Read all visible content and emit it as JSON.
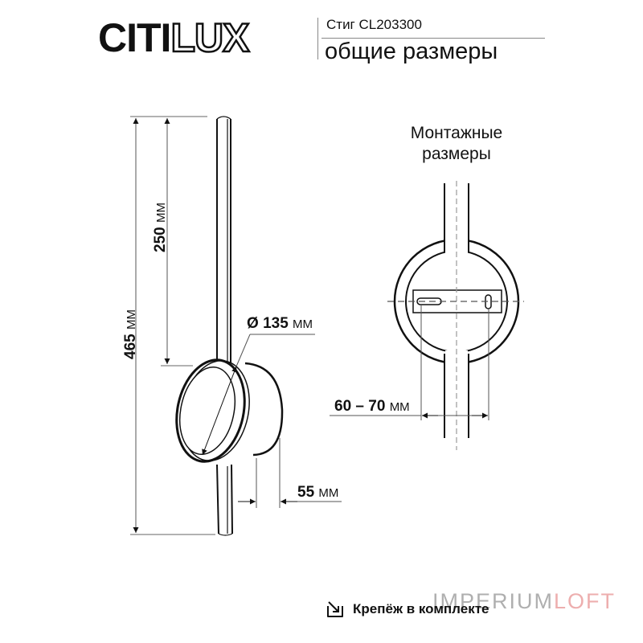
{
  "header": {
    "brand_solid": "CITI",
    "brand_outline": "LUX",
    "model": "Стиг CL203300",
    "subtitle": "общие размеры"
  },
  "main_view": {
    "total_height": {
      "value": "465",
      "unit": "ММ"
    },
    "arm_length": {
      "value": "250",
      "unit": "ММ"
    },
    "diameter": {
      "symbol": "Ø",
      "value": "135",
      "unit": "ММ"
    },
    "depth": {
      "value": "55",
      "unit": "ММ"
    }
  },
  "mount_view": {
    "title_line1": "Монтажные",
    "title_line2": "размеры",
    "hole_spacing": {
      "value": "60 – 70",
      "unit": "ММ"
    }
  },
  "footer": {
    "icon": "arrow-down-right-icon",
    "text": "Крепёж в комплекте"
  },
  "watermark": {
    "part1": "IMPERIUM",
    "part2": "LOFT",
    "color2": "#e07a7a"
  },
  "colors": {
    "line": "#111111",
    "dimension_line": "#555555",
    "centerline": "#999999"
  }
}
